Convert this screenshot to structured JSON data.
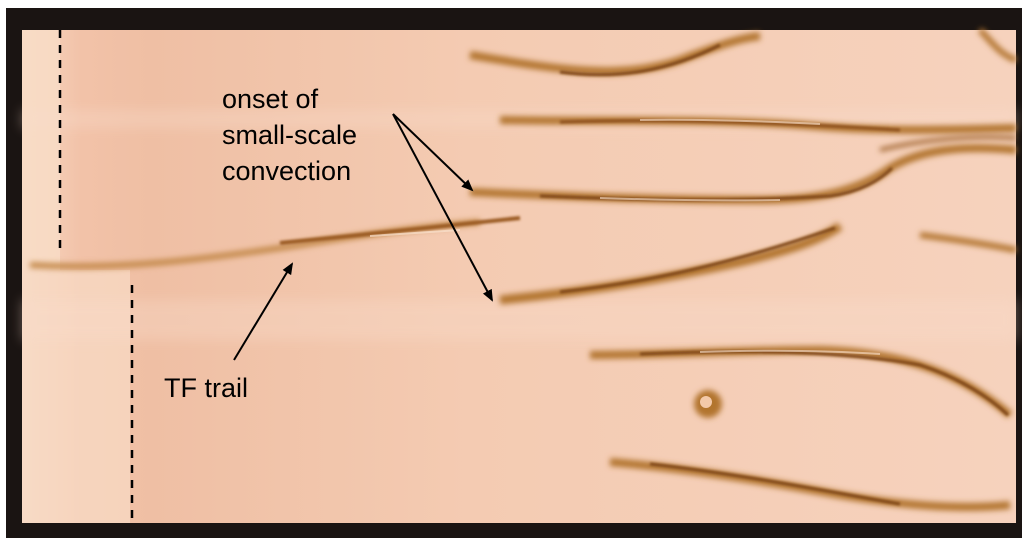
{
  "colors": {
    "frame": "#1a1412",
    "background_light": "#f6d2bd",
    "background_mid": "#f0bfa2",
    "left_strip": "#f7d7c1",
    "streak_dark": "#8c4f1e",
    "streak_mid": "#b2742f",
    "streak_light": "#fbe2cf",
    "annotation": "#000000"
  },
  "annotations": {
    "onset": {
      "lines": [
        "onset of",
        "small-scale",
        "convection"
      ]
    },
    "trail": {
      "label": "TF trail"
    }
  },
  "features": {
    "dashed_lines": "vertical dashed reference lines",
    "streaks": "convective streaks",
    "blob": "circular feature"
  }
}
